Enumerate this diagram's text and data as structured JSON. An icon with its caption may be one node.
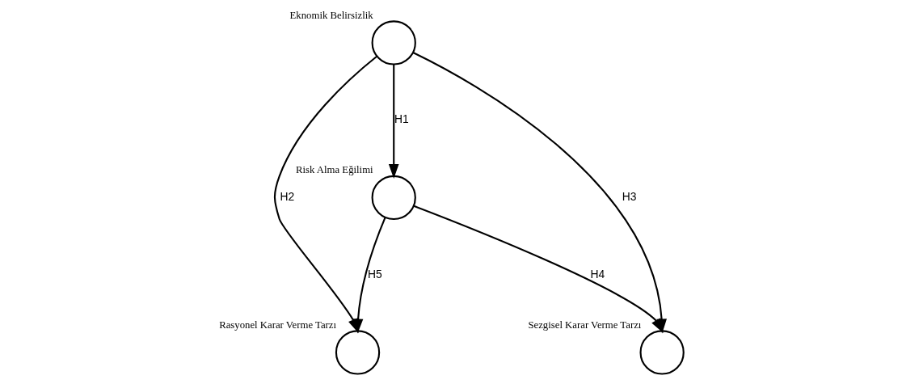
{
  "diagram": {
    "nodes": [
      {
        "text": [
          "Eknomik Belirsizlik"
        ]
      },
      {
        "text": [
          "Risk Alma Eğilimi"
        ]
      },
      {
        "text": [
          "Rasyonel Karar Verme Tarzı"
        ]
      },
      {
        "text": [
          "Sezgisel Karar Verme Tarzı"
        ]
      }
    ],
    "edges": [
      {
        "from": 0,
        "to": 1,
        "arrow": "to",
        "label": "H1"
      },
      {
        "from": 0,
        "to": 2,
        "arrow": "to",
        "label": "H2"
      },
      {
        "from": 0,
        "to": 3,
        "arrow": "to",
        "label": "H3"
      },
      {
        "from": 1,
        "to": 3,
        "arrow": "to",
        "label": "H4"
      },
      {
        "from": 1,
        "to": 2,
        "arrow": "to",
        "label": "H5"
      }
    ]
  }
}
